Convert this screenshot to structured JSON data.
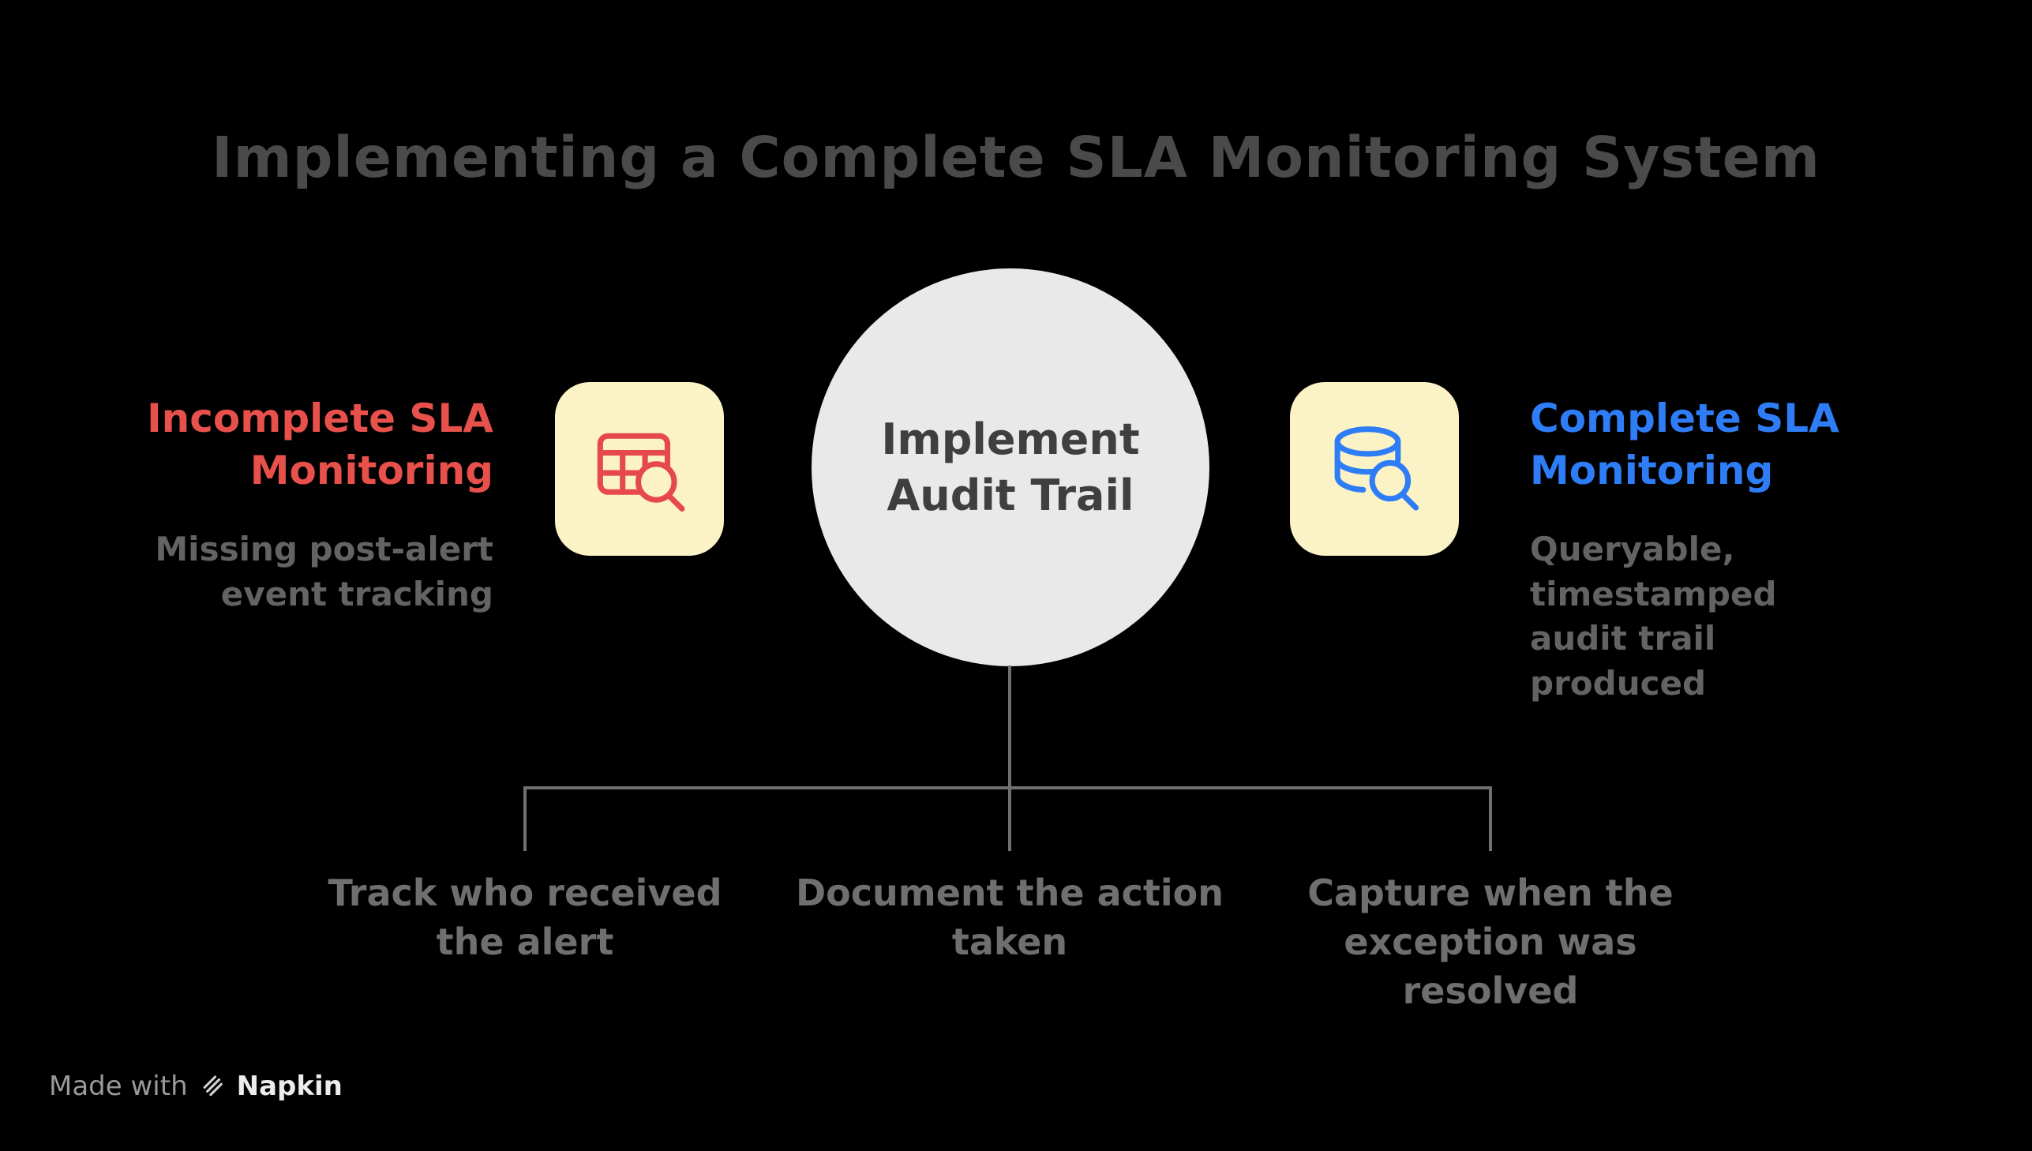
{
  "title": "Implementing a Complete SLA Monitoring System",
  "center_node": {
    "line1": "Implement",
    "line2": "Audit Trail"
  },
  "left_item": {
    "heading": "Incomplete SLA Monitoring",
    "subtitle": "Missing post-alert event tracking",
    "icon": "table-search-icon"
  },
  "right_item": {
    "heading": "Complete SLA Monitoring",
    "subtitle": "Queryable, timestamped audit trail produced",
    "icon": "database-search-icon"
  },
  "branches": [
    {
      "label": "Track who received the alert"
    },
    {
      "label": "Document the action taken"
    },
    {
      "label": "Capture when the exception was resolved"
    }
  ],
  "footer": {
    "made_with": "Made with",
    "brand": "Napkin"
  },
  "colors": {
    "background": "#000000",
    "title_gray": "#4a4a4a",
    "incomplete_red": "#e8504b",
    "complete_blue": "#2e7df6",
    "icon_tile_yellow": "#fbf3c6",
    "circle_fill": "#e9e9e9",
    "circle_text": "#3f3f3f",
    "subtitle_gray": "#636363",
    "branch_gray": "#6f6f6f",
    "connector_gray": "#707070"
  }
}
